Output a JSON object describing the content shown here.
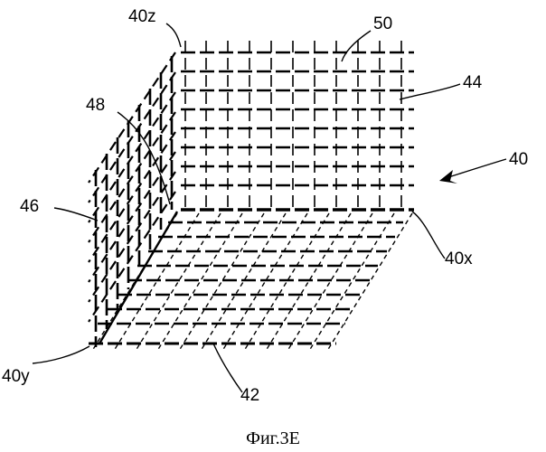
{
  "figure": {
    "caption": "Фиг.3E",
    "labels": {
      "l40z": "40z",
      "l50": "50",
      "l44": "44",
      "l48": "48",
      "l40": "40",
      "l46": "46",
      "l40x": "40x",
      "l40y": "40y",
      "l42": "42"
    }
  }
}
